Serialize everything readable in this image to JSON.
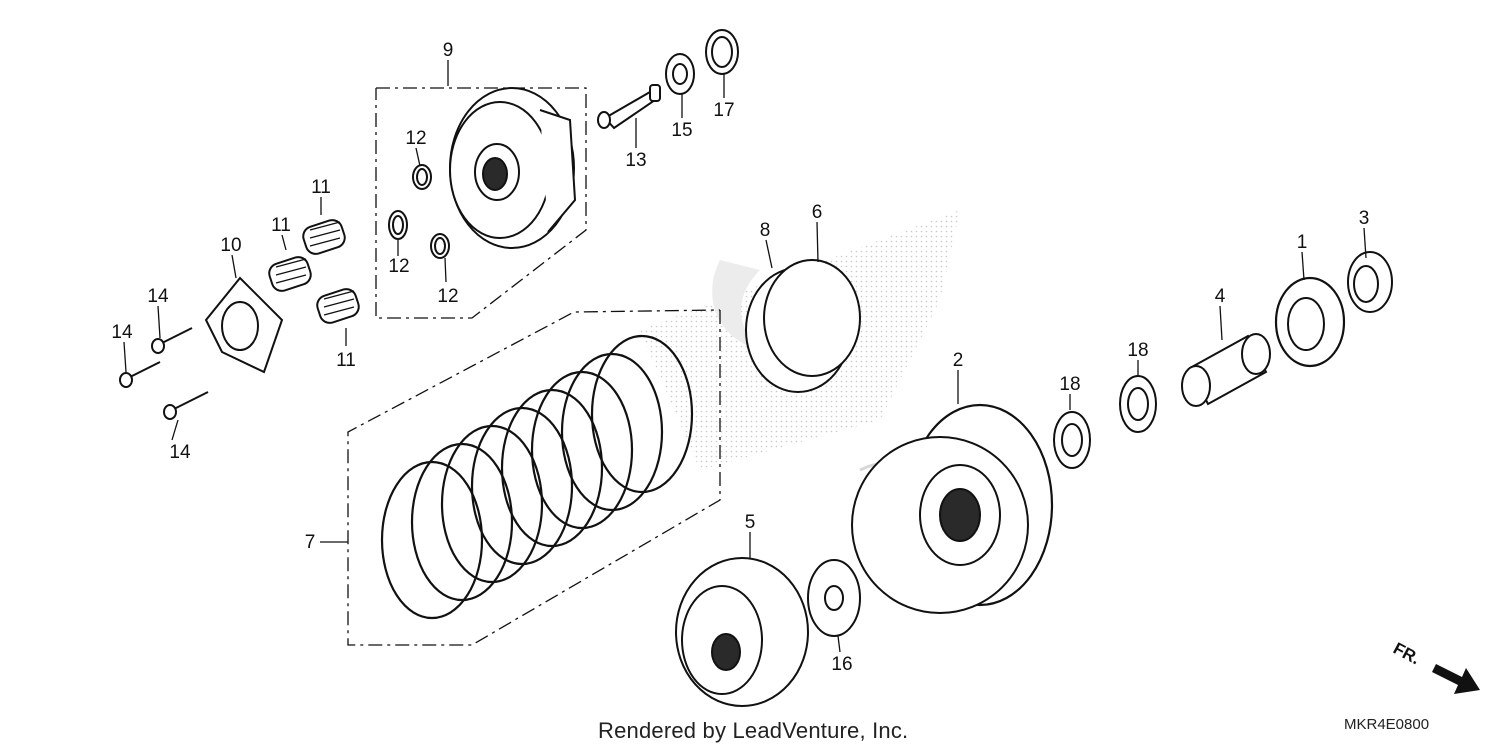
{
  "callouts": [
    {
      "id": "c1",
      "label": "1"
    },
    {
      "id": "c2",
      "label": "2"
    },
    {
      "id": "c3",
      "label": "3"
    },
    {
      "id": "c4",
      "label": "4"
    },
    {
      "id": "c5",
      "label": "5"
    },
    {
      "id": "c6",
      "label": "6"
    },
    {
      "id": "c7",
      "label": "7"
    },
    {
      "id": "c8",
      "label": "8"
    },
    {
      "id": "c9",
      "label": "9"
    },
    {
      "id": "c10",
      "label": "10"
    },
    {
      "id": "c11a",
      "label": "11"
    },
    {
      "id": "c11b",
      "label": "11"
    },
    {
      "id": "c11c",
      "label": "11"
    },
    {
      "id": "c12a",
      "label": "12"
    },
    {
      "id": "c12b",
      "label": "12"
    },
    {
      "id": "c12c",
      "label": "12"
    },
    {
      "id": "c13",
      "label": "13"
    },
    {
      "id": "c14a",
      "label": "14"
    },
    {
      "id": "c14b",
      "label": "14"
    },
    {
      "id": "c14c",
      "label": "14"
    },
    {
      "id": "c15",
      "label": "15"
    },
    {
      "id": "c16",
      "label": "16"
    },
    {
      "id": "c17",
      "label": "17"
    },
    {
      "id": "c18a",
      "label": "18"
    },
    {
      "id": "c18b",
      "label": "18"
    }
  ],
  "direction_label": "FR.",
  "footer": {
    "credit": "Rendered by LeadVenture, Inc.",
    "diagram_code": "MKR4E0800"
  }
}
